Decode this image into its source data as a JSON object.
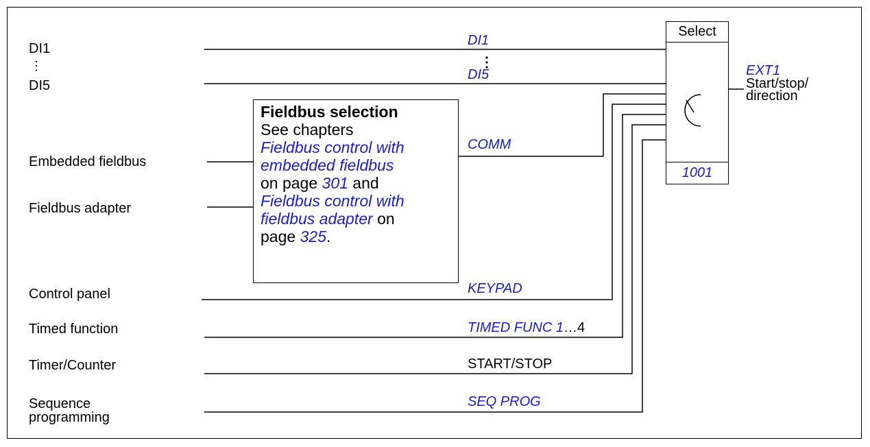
{
  "sources": {
    "di1": "DI1",
    "di_ellipsis": "⋮",
    "di5": "DI5",
    "embedded_fieldbus": "Embedded fieldbus",
    "fieldbus_adapter": "Fieldbus adapter",
    "control_panel": "Control panel",
    "timed_function": "Timed function",
    "timer_counter": "Timer/Counter",
    "sequence_line1": "Sequence",
    "sequence_line2": "programming"
  },
  "signals": {
    "di1": "DI1",
    "di5": "DI5",
    "comm": "COMM",
    "keypad": "KEYPAD",
    "timed_func": "TIMED FUNC 1",
    "timed_func_suffix": "…4",
    "start_stop": "START/STOP",
    "seq_prog": "SEQ PROG"
  },
  "fieldbus_box": {
    "title": "Fieldbus selection",
    "line_see": "See chapters",
    "link1_line1": "Fieldbus control with",
    "link1_line2": "embedded fieldbus",
    "on_page_1": "on page ",
    "page1": "301",
    "and": " and",
    "link2_line1": "Fieldbus control with",
    "link2_line2": "fieldbus adapter",
    "on": " on",
    "page_word": "page ",
    "page2": "325",
    "period": "."
  },
  "selector": {
    "title": "Select",
    "parameter": "1001"
  },
  "output": {
    "name": "EXT1",
    "line1": "Start/stop/",
    "line2": "direction"
  },
  "colors": {
    "link_blue": "#1a1adb",
    "line": "#000000"
  }
}
